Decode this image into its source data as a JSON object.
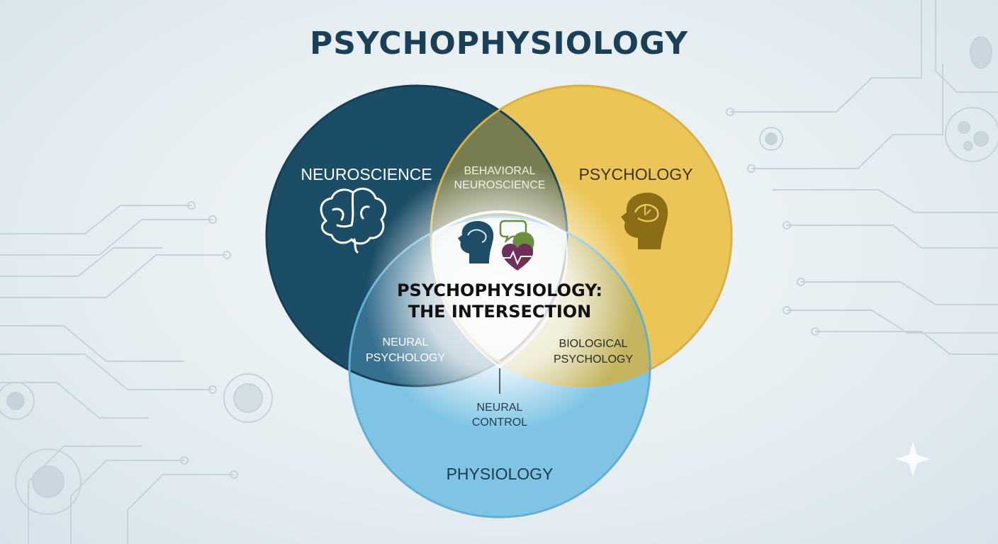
{
  "title": "PSYCHOPHYSIOLOGY",
  "sets": {
    "neuroscience": {
      "label": "NEUROSCIENCE",
      "color": "#1b4d66"
    },
    "psychology": {
      "label": "PSYCHOLOGY",
      "color": "#ebc557"
    },
    "physiology": {
      "label": "PHYSIOLOGY",
      "color": "#7fc4e4"
    }
  },
  "overlaps": {
    "neuro_psych": {
      "line1": "BEHAVIORAL",
      "line2": "NEUROSCIENCE"
    },
    "neuro_phys": {
      "line1": "NEURAL",
      "line2": "PSYCHOLOGY"
    },
    "psych_phys": {
      "line1": "BIOLOGICAL",
      "line2": "PSYCHOLOGY"
    },
    "below": {
      "line1": "NEURAL",
      "line2": "CONTROL"
    }
  },
  "center": {
    "line1": "PSYCHOPHYSIOLOGY:",
    "line2": "THE INTERSECTION"
  },
  "icons": [
    "brain-icon",
    "head-brain-icon",
    "head-profile-icon",
    "speech-bubble-icon",
    "heart-pulse-icon",
    "sparkle-icon",
    "circuit-decoration"
  ]
}
